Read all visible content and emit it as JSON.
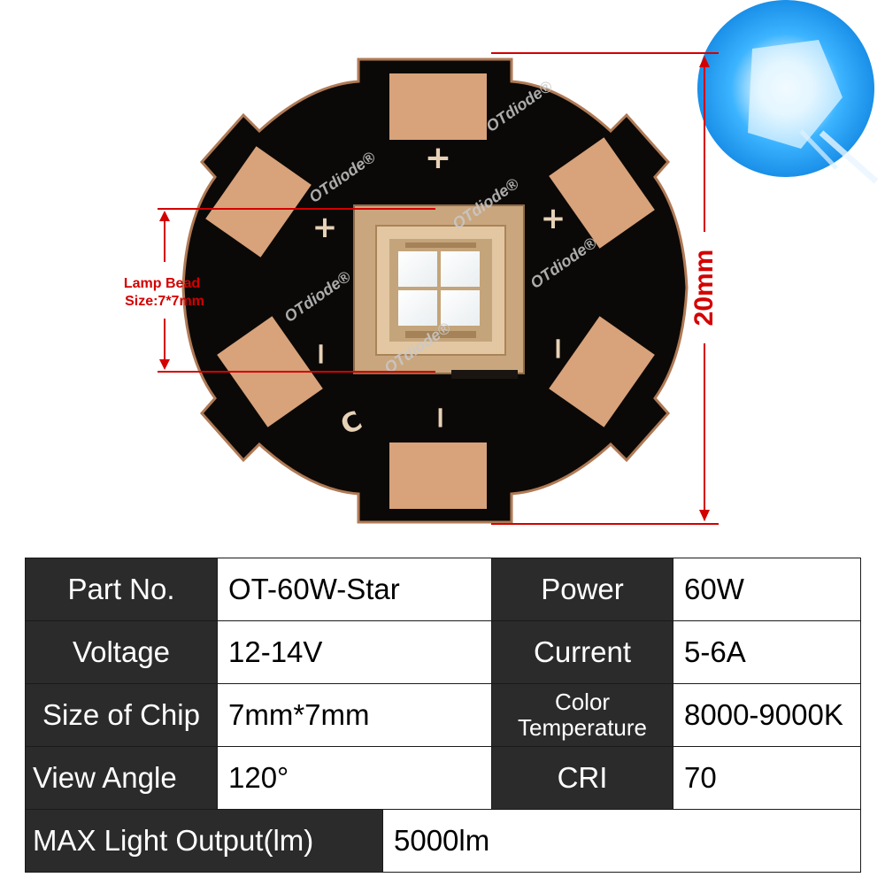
{
  "illustration": {
    "watermark": "OTdiode®",
    "lamp_bead_label": "Lamp Bead",
    "lamp_bead_size": "Size:7*7mm",
    "diameter_label": "20mm",
    "silk_plus": "+",
    "silk_minus": "−",
    "silk_c": "C",
    "colors": {
      "board": "#0b0907",
      "pad": "#d8a27a",
      "board_edge": "#b07a55",
      "dimension": "#d40000",
      "glow": "#2aa7ff"
    }
  },
  "specs": {
    "part_no_label": "Part No.",
    "part_no_value": "OT-60W-Star",
    "power_label": "Power",
    "power_value": "60W",
    "voltage_label": "Voltage",
    "voltage_value": "12-14V",
    "current_label": "Current",
    "current_value": "5-6A",
    "size_label": "Size of Chip",
    "size_value": "7mm*7mm",
    "color_temp_label_1": "Color",
    "color_temp_label_2": "Temperature",
    "color_temp_value": "8000-9000K",
    "view_angle_label": "View Angle",
    "view_angle_value": "120°",
    "cri_label": "CRI",
    "cri_value": "70",
    "max_output_label": "MAX Light Output(lm)",
    "max_output_value": "5000lm"
  }
}
